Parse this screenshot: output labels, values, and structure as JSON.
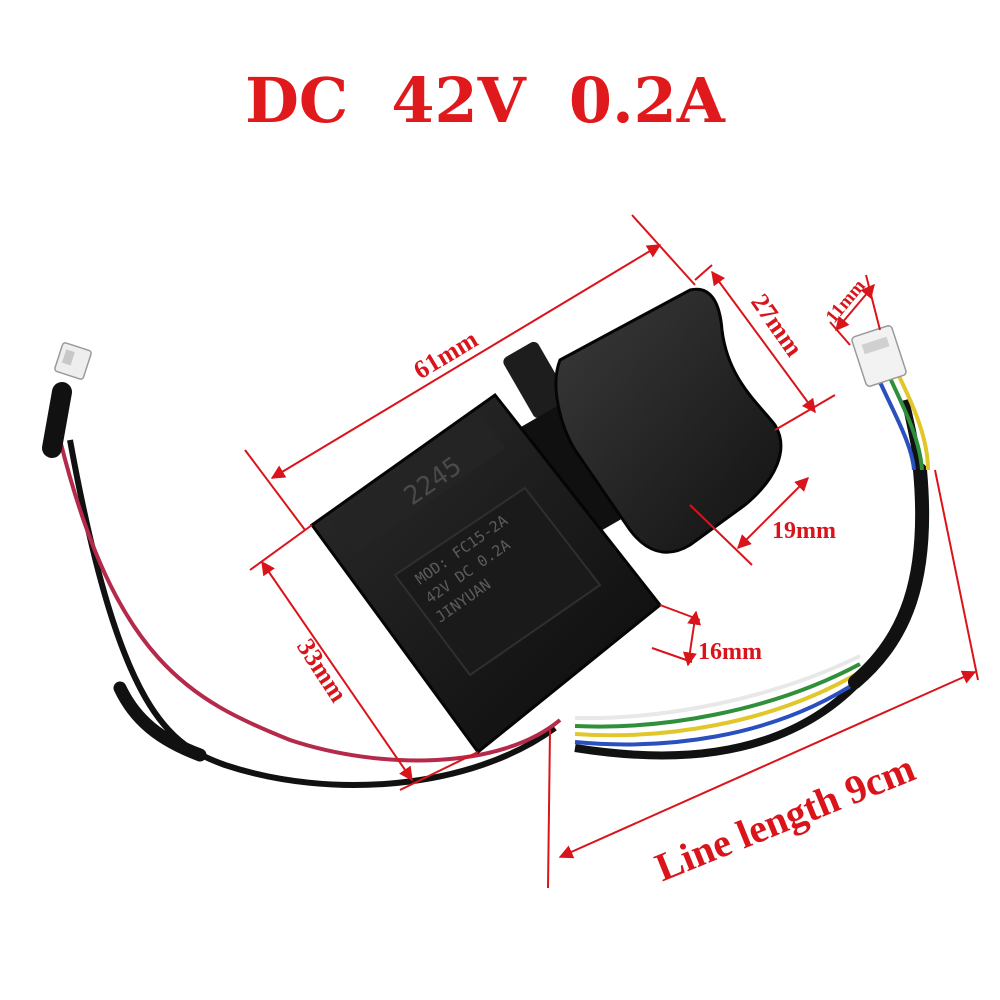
{
  "title": "DC  42V  0.2A",
  "dimensions": {
    "length": "61mm",
    "trigger_height": "27mm",
    "trigger_width": "19mm",
    "connector_width": "11mm",
    "body_height": "33mm",
    "body_depth": "16mm",
    "line_length": "Line length 9cm"
  },
  "switch_label": {
    "batch": "2245",
    "line1": "MOD: FC15-2A",
    "line2": "42V DC 0.2A",
    "line3": "JINYUAN"
  },
  "colors": {
    "title": "#e0191c",
    "dimension": "#d9141b",
    "body": "#151515",
    "wire_red": "#b52a4a",
    "wire_black": "#111111",
    "wire_blue": "#2a4fbf",
    "wire_yellow": "#e1c72a",
    "wire_green": "#2f8f3a",
    "wire_white": "#e8e8e8"
  }
}
